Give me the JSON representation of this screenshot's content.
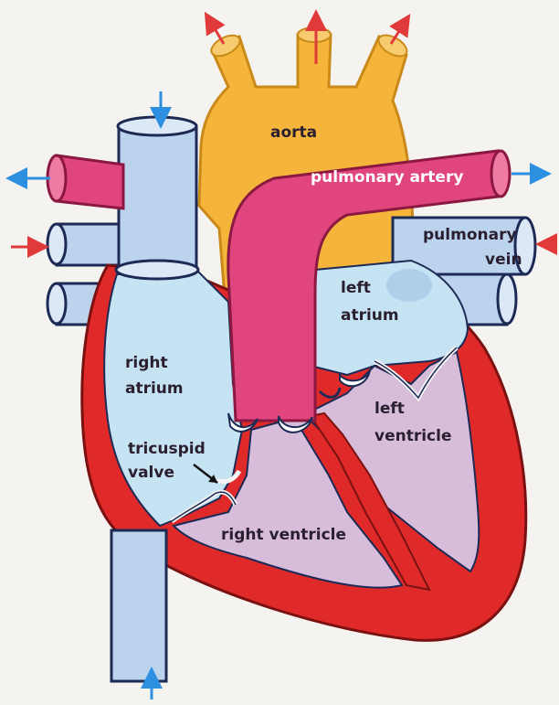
{
  "labels": {
    "aorta": "aorta",
    "pulmonary_artery": "pulmonary artery",
    "pulmonary_vein_1": "pulmonary",
    "pulmonary_vein_2": "vein",
    "left_atrium_1": "left",
    "left_atrium_2": "atrium",
    "right_atrium_1": "right",
    "right_atrium_2": "atrium",
    "left_ventricle_1": "left",
    "left_ventricle_2": "ventricle",
    "tricuspid_1": "tricuspid",
    "tricuspid_2": "valve",
    "right_ventricle": "right ventricle"
  },
  "colors": {
    "background": "#f4f3f0",
    "aorta": "#f5b43a",
    "pulmonary_artery": "#e0457e",
    "vein_blue": "#bcd3ee",
    "atrium_fill": "#c6e3f3",
    "ventricle_fill": "#d8bddb",
    "muscle_red": "#e02a2a",
    "arrow_red": "#e03a3a",
    "arrow_blue": "#2d8fe0"
  }
}
